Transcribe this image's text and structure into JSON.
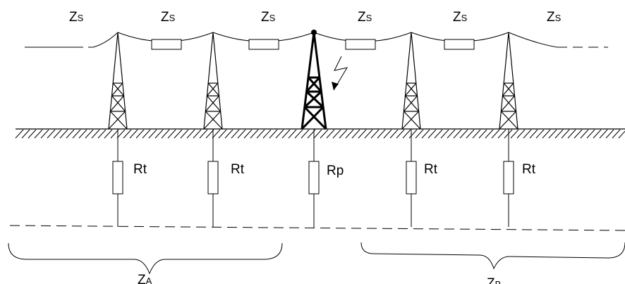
{
  "impedance_labels": [
    {
      "main": "Z",
      "sub": "S"
    },
    {
      "main": "Z",
      "sub": "S"
    },
    {
      "main": "Z",
      "sub": "S"
    },
    {
      "main": "Z",
      "sub": "S"
    },
    {
      "main": "Z",
      "sub": "S"
    },
    {
      "main": "Z",
      "sub": "S"
    }
  ],
  "resistor_labels": [
    "Rt",
    "Rt",
    "Rp",
    "Rt",
    "Rt"
  ],
  "equivalent_labels": [
    {
      "main": "Z",
      "sub": "A"
    },
    {
      "main": "Z",
      "sub": "B"
    }
  ]
}
